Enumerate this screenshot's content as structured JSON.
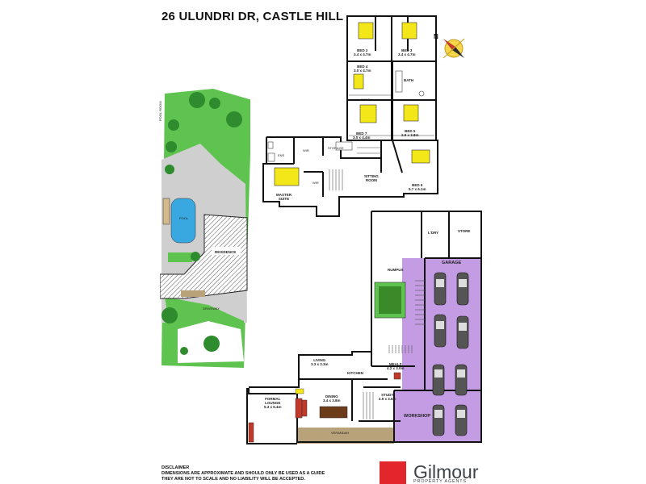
{
  "title": "26 ULUNDRI DR, CASTLE HILL",
  "site": {
    "pool_room": "POOL ROOM",
    "pool": "POOL",
    "residence": "RESIDENCE",
    "driveway": "DRIVEWAY"
  },
  "upper_floor": {
    "bed2": {
      "name": "BED 2",
      "size": "3.4 x 4.7m"
    },
    "bed3": {
      "name": "BED 3",
      "size": "3.4 x 4.7m"
    },
    "bed4": {
      "name": "BED 4",
      "size": "3.0 x 4.7m"
    },
    "bath": "BATH",
    "robe": "ROBE",
    "bed7": {
      "name": "BED 7",
      "size": "3.0 x 4.4m"
    },
    "bed5": {
      "name": "BED 5",
      "size": "2.9 x 3.8m"
    },
    "ens": "ENS",
    "wir": "WIR",
    "storage": "STORAGE",
    "sitting": "SITTING\nROOM",
    "master": "MASTER\nSUITE",
    "bed6": {
      "name": "BED 6",
      "size": "5.7 x 6.1m"
    }
  },
  "ground_floor": {
    "ldry": "L'DRY",
    "store": "STORE",
    "rumpus": "RUMPUS",
    "garage": "GARAGE",
    "living": {
      "name": "LIVING",
      "size": "3.3 x 3.3m"
    },
    "kitchen": "KITCHEN",
    "meals": {
      "name": "MEALS",
      "size": "4.2 x 3.0m"
    },
    "formal": {
      "name": "FORMAL\nLOUNGE",
      "size": "5.3 x 5.4m"
    },
    "dining": {
      "name": "DINING",
      "size": "3.4 x 3.8m"
    },
    "study": {
      "name": "STUDY",
      "size": "2.9 x 3.6m"
    },
    "workshop": "WORKSHOP",
    "verandah": "VERANDAH"
  },
  "disclaimer": {
    "heading": "DISCLAIMER",
    "line1": "DIMENSIONS ARE APPROXIMATE AND SHOULD ONLY BE USED AS A GUIDE",
    "line2": "THEY ARE NOT TO SCALE AND NO LIABILITY WILL BE ACCEPTED."
  },
  "brand": {
    "name": "Gilmour",
    "tagline": "PROPERTY AGENTS"
  },
  "compass": "N",
  "colors": {
    "bed_yellow": "#f3e619",
    "garage_purple": "#c39ce3",
    "lawn_green": "#5fc34f",
    "pool_blue": "#3aa8e0",
    "deck_brown": "#b8a27a",
    "brand_red": "#e3262c"
  }
}
